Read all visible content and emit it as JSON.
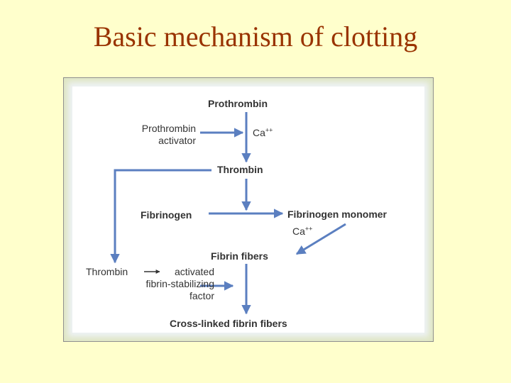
{
  "slide": {
    "title": "Basic mechanism of clotting"
  },
  "diagram": {
    "prothrombin": "Prothrombin",
    "prothrombin_activator_line1": "Prothrombin",
    "prothrombin_activator_line2": "activator",
    "ca_base": "Ca",
    "ca_charge": "++",
    "thrombin": "Thrombin",
    "fibrinogen": "Fibrinogen",
    "fibrinogen_monomer": "Fibrinogen monomer",
    "fibrin_fibers": "Fibrin fibers",
    "thrombin_left": "Thrombin",
    "activated": "activated",
    "fibrin_stabilizing": "fibrin-stabilizing",
    "factor": "factor",
    "cross_linked": "Cross-linked fibrin fibers"
  },
  "colors": {
    "arrow": "#5B7FC0",
    "label": "#333333",
    "title": "#993300",
    "background": "#FFFFCC"
  }
}
